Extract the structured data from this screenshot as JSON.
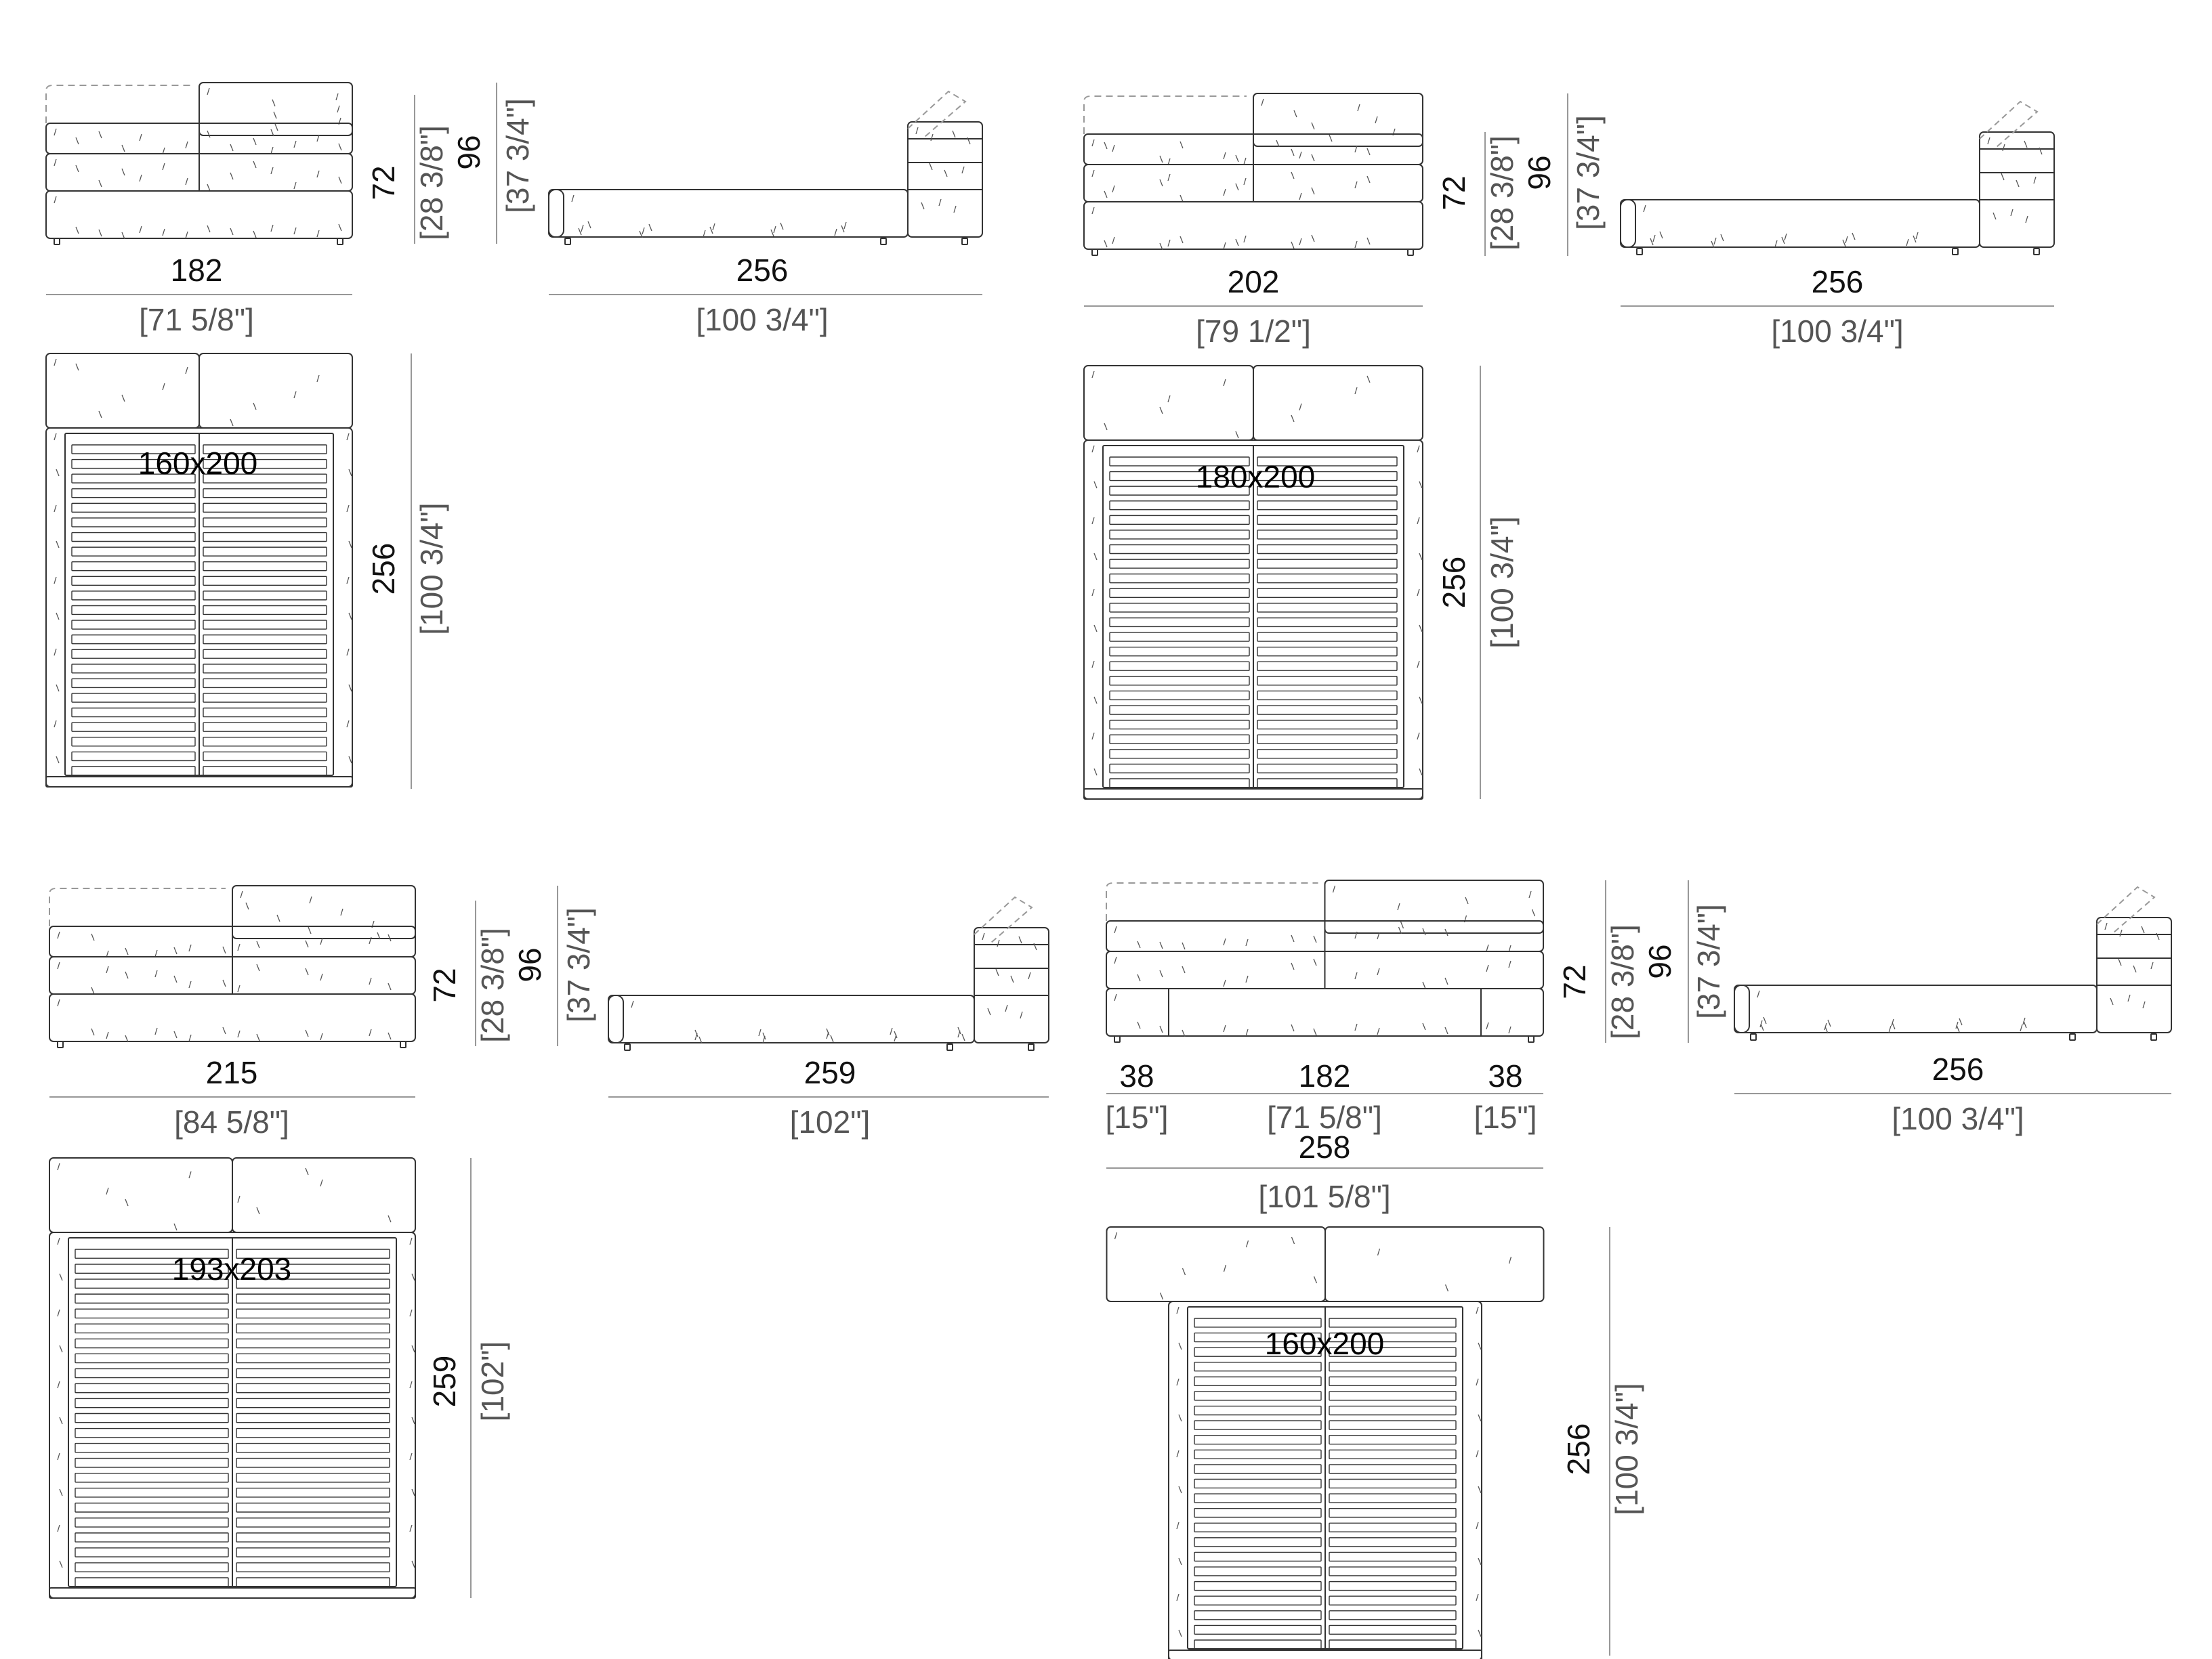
{
  "bed_a": {
    "front_width": "182",
    "front_width_in": "[71 5/8\"]",
    "height_low": "72",
    "height_low_in": "[28 3/8\"]",
    "height_high": "96",
    "height_high_in": "[37 3/4\"]",
    "side_length": "256",
    "side_length_in": "[100 3/4\"]",
    "plan_mattress": "160x200",
    "plan_length": "256",
    "plan_length_in": "[100 3/4\"]"
  },
  "bed_b": {
    "front_width": "202",
    "front_width_in": "[79 1/2\"]",
    "height_low": "72",
    "height_low_in": "[28 3/8\"]",
    "height_high": "96",
    "height_high_in": "[37 3/4\"]",
    "side_length": "256",
    "side_length_in": "[100 3/4\"]",
    "plan_mattress": "180x200",
    "plan_length": "256",
    "plan_length_in": "[100 3/4\"]"
  },
  "bed_c": {
    "front_width": "215",
    "front_width_in": "[84 5/8\"]",
    "height_low": "72",
    "height_low_in": "[28 3/8\"]",
    "height_high": "96",
    "height_high_in": "[37 3/4\"]",
    "side_length": "259",
    "side_length_in": "[102\"]",
    "plan_mattress": "193x203",
    "plan_length": "259",
    "plan_length_in": "[102\"]"
  },
  "bed_d": {
    "side_left": "38",
    "side_left_in": "[15\"]",
    "center_width": "182",
    "center_width_in": "[71 5/8\"]",
    "side_right": "38",
    "side_right_in": "[15\"]",
    "front_width": "258",
    "front_width_in": "[101 5/8\"]",
    "height_low": "72",
    "height_low_in": "[28 3/8\"]",
    "height_high": "96",
    "height_high_in": "[37 3/4\"]",
    "side_length": "256",
    "side_length_in": "[100 3/4\"]",
    "plan_mattress": "160x200",
    "plan_length": "256",
    "plan_length_in": "[100 3/4\"]"
  }
}
